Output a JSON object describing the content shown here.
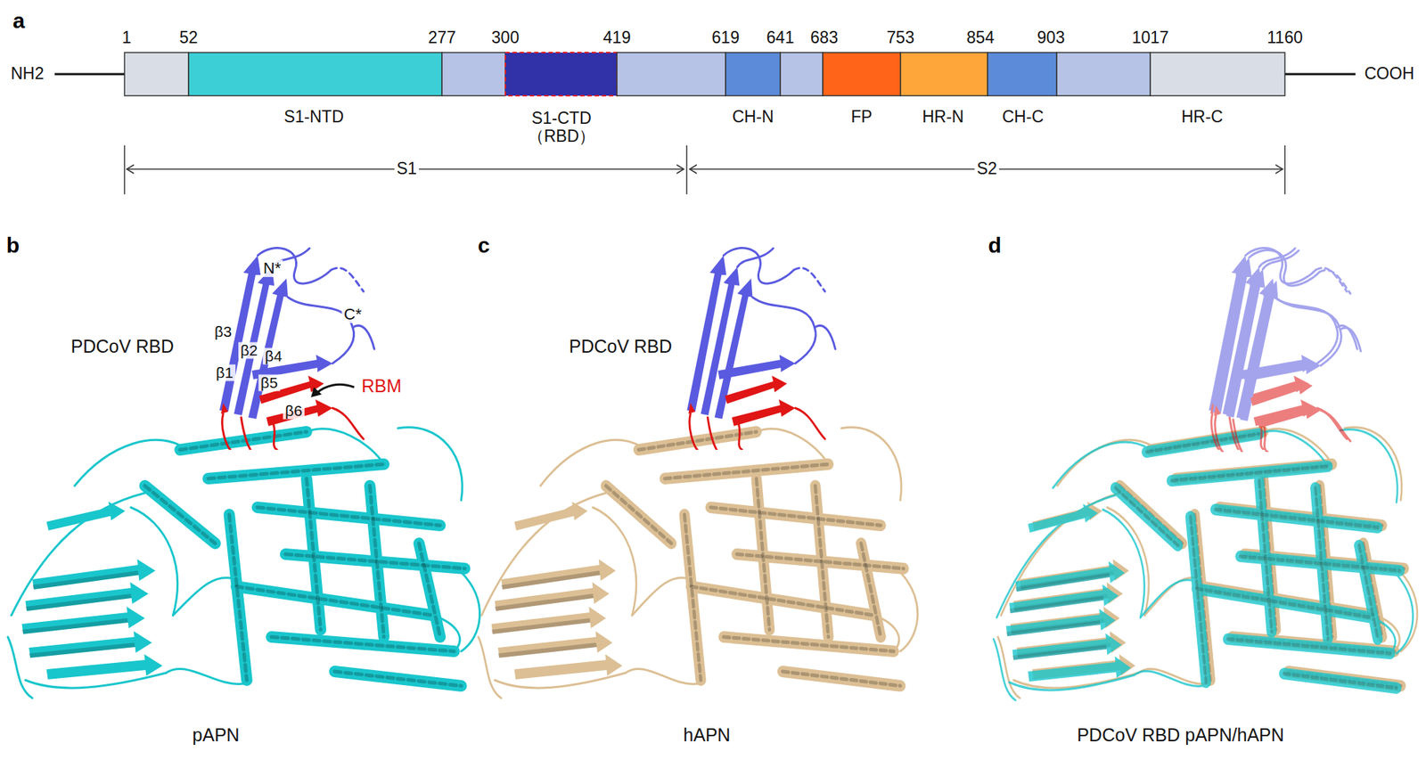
{
  "diagram": {
    "labels": [
      "a",
      "1",
      "52",
      "277",
      "300",
      "419",
      "619",
      "641",
      "683",
      "753",
      "854",
      "903",
      "1017",
      "1160",
      "NH2",
      "COOH",
      "S1-NTD",
      "S1-CTD （RBD）",
      "CH-N",
      "FP",
      "HR-N",
      "CH-C",
      "HR-C",
      "S1",
      "S2",
      "b",
      "c",
      "d",
      "PDCoV RBD",
      "N*",
      "C*",
      "β3",
      "β2",
      "β1",
      "β4",
      "β5",
      "β6",
      "RBM",
      "pAPN",
      "PDCoV RBD",
      "hAPN",
      "PDCoV RBD pAPN/hAPN"
    ]
  }
}
